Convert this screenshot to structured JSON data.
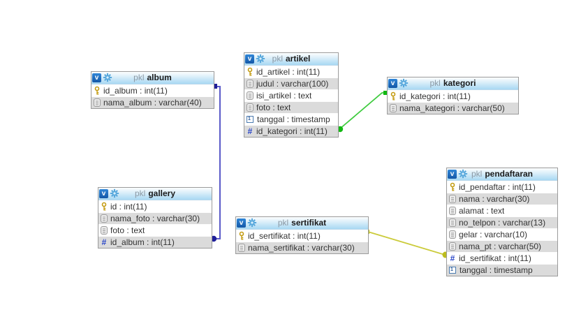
{
  "diagram": {
    "tool": "database-designer",
    "tables": [
      {
        "prefix": "pkl",
        "name": "album",
        "fields": [
          {
            "icon": "primary-key",
            "text": "id_album : int(11)"
          },
          {
            "icon": "text-field",
            "text": "nama_album : varchar(40)"
          }
        ]
      },
      {
        "prefix": "pkl",
        "name": "artikel",
        "fields": [
          {
            "icon": "primary-key",
            "text": "id_artikel : int(11)"
          },
          {
            "icon": "text-field",
            "text": "judul : varchar(100)"
          },
          {
            "icon": "text-field",
            "text": "isi_artikel : text"
          },
          {
            "icon": "text-field",
            "text": "foto : text"
          },
          {
            "icon": "timestamp",
            "text": "tanggal : timestamp"
          },
          {
            "icon": "foreign-key",
            "text": "id_kategori : int(11)"
          }
        ]
      },
      {
        "prefix": "pkl",
        "name": "kategori",
        "fields": [
          {
            "icon": "primary-key",
            "text": "id_kategori : int(11)"
          },
          {
            "icon": "text-field",
            "text": "nama_kategori : varchar(50)"
          }
        ]
      },
      {
        "prefix": "pkl",
        "name": "gallery",
        "fields": [
          {
            "icon": "primary-key",
            "text": "id : int(11)"
          },
          {
            "icon": "text-field",
            "text": "nama_foto : varchar(30)"
          },
          {
            "icon": "text-field",
            "text": "foto : text"
          },
          {
            "icon": "foreign-key",
            "text": "id_album : int(11)"
          }
        ]
      },
      {
        "prefix": "pkl",
        "name": "sertifikat",
        "fields": [
          {
            "icon": "primary-key",
            "text": "id_sertifikat : int(11)"
          },
          {
            "icon": "text-field",
            "text": "nama_sertifikat : varchar(30)"
          }
        ]
      },
      {
        "prefix": "pkl",
        "name": "pendaftaran",
        "fields": [
          {
            "icon": "primary-key",
            "text": "id_pendaftar : int(11)"
          },
          {
            "icon": "text-field",
            "text": "nama : varchar(30)"
          },
          {
            "icon": "text-field",
            "text": "alamat : text"
          },
          {
            "icon": "text-field",
            "text": "no_telpon : varchar(13)"
          },
          {
            "icon": "text-field",
            "text": "gelar : varchar(10)"
          },
          {
            "icon": "text-field",
            "text": "nama_pt : varchar(50)"
          },
          {
            "icon": "foreign-key",
            "text": "id_sertifikat : int(11)"
          },
          {
            "icon": "timestamp",
            "text": "tanggal : timestamp"
          }
        ]
      }
    ],
    "relations": [
      {
        "from": "album.id_album",
        "to": "gallery.id_album",
        "color": "#5a5ac8",
        "marker_color": "#1f1f99"
      },
      {
        "from": "kategori.id_kategori",
        "to": "artikel.id_kategori",
        "color": "#3ecb3e",
        "marker_color": "#12b812"
      },
      {
        "from": "sertifikat.id_sertifikat",
        "to": "pendaftaran.id_sertifikat",
        "color": "#cbcb3a",
        "marker_color": "#bcbc1e"
      }
    ],
    "colors": {
      "header_top": "#fdfefe",
      "header_bottom": "#a8d8f3",
      "row_alt": "#dbdbdb",
      "v_badge": "#1a5fb0",
      "gear": "#58a8dc"
    }
  }
}
